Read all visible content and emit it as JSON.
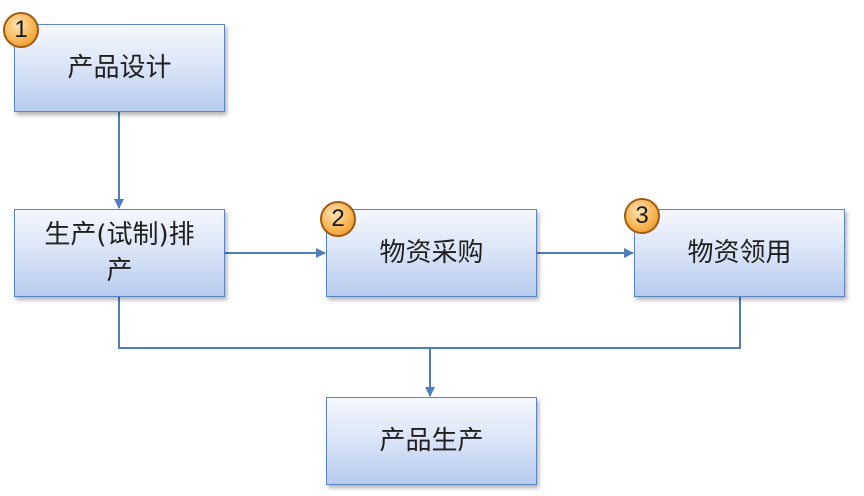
{
  "nodes": {
    "product_design": {
      "label": "产品设计"
    },
    "production_schedule": {
      "label": "生产(试制)排产"
    },
    "material_purchase": {
      "label": "物资采购"
    },
    "material_requisition": {
      "label": "物资领用"
    },
    "product_production": {
      "label": "产品生产"
    }
  },
  "badges": {
    "one": "1",
    "two": "2",
    "three": "3"
  },
  "colors": {
    "box_border": "#5b86c5",
    "box_fill_top": "#f5f8fe",
    "box_fill_bottom": "#b7cbee",
    "connector": "#4f7fc1",
    "badge_fill": "#f7b552",
    "badge_border": "#a15b10"
  },
  "edges": [
    {
      "from": "product_design",
      "to": "production_schedule",
      "arrow": true
    },
    {
      "from": "production_schedule",
      "to": "material_purchase",
      "arrow": true
    },
    {
      "from": "material_purchase",
      "to": "material_requisition",
      "arrow": true
    },
    {
      "from": "production_schedule",
      "to": "product_production",
      "arrow": true
    },
    {
      "from": "material_requisition",
      "to": "product_production",
      "arrow": true
    }
  ]
}
